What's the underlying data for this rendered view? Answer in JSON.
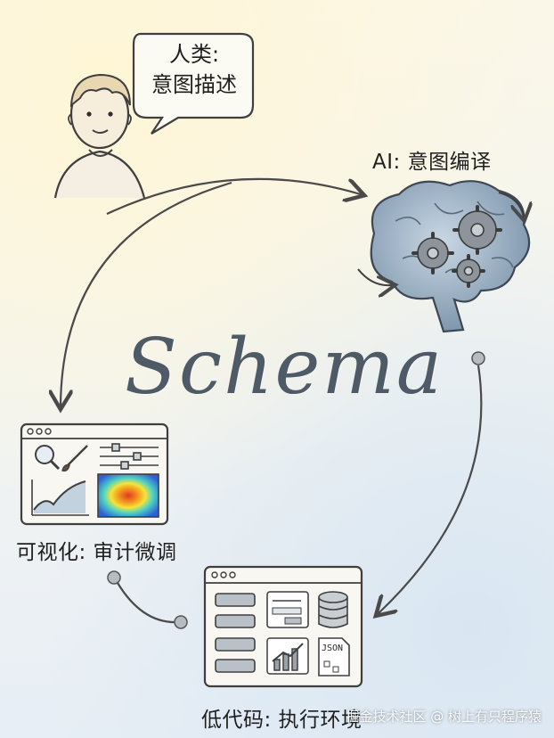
{
  "human": {
    "bubble_line1": "人类:",
    "bubble_line2": "意图描述"
  },
  "ai_label": "AI: 意图编译",
  "center_title": "Schema",
  "visual_label": "可视化: 审计微调",
  "lowcode_label": "低代码: 执行环境",
  "json_tag": "JSON",
  "watermark": "掘金技术社区 @ 树上有只程序猿",
  "colors": {
    "ink": "#4a4a4a",
    "schema_text": "#4e5a66",
    "brain": "#9bb3c8",
    "heatmap_hot": "#e23b22",
    "heatmap_cool": "#2d5fd6"
  }
}
